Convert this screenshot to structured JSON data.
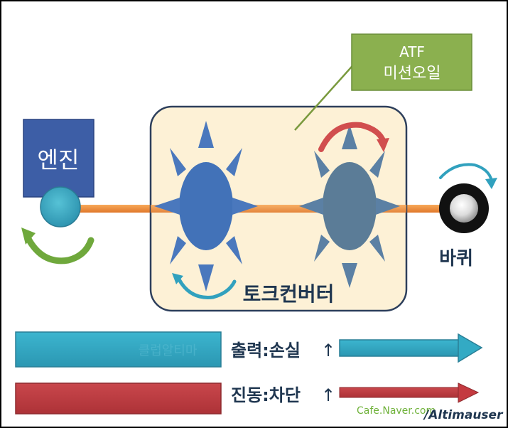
{
  "callout": {
    "line1": "ATF",
    "line2": "미션오일"
  },
  "engine": {
    "label": "엔진"
  },
  "wheel": {
    "label": "바퀴"
  },
  "torque_converter": {
    "label": "토크컨버터"
  },
  "bars": [
    {
      "label": "출력:손실",
      "arrow": "↑",
      "color": "#33aac4"
    },
    {
      "label": "진동:차단",
      "arrow": "↑",
      "color": "#c43a40"
    }
  ],
  "watermark": {
    "text": "클럽알티마"
  },
  "credit": {
    "site": "Cafe.Naver.com",
    "user": "/Altimauser"
  },
  "colors": {
    "engine_box": "#3d5ea6",
    "converter_fill": "#fdf1d6",
    "converter_border": "#2d3f5c",
    "impeller": "#4272b8",
    "turbine": "#5b7c97",
    "shaft": "#f2913a",
    "callout": "#8bb04f",
    "green_arrow": "#6fa83c",
    "red_arrow": "#d14e4e",
    "cyan_arrow": "#31a1be",
    "label_dark": "#1f3650"
  }
}
